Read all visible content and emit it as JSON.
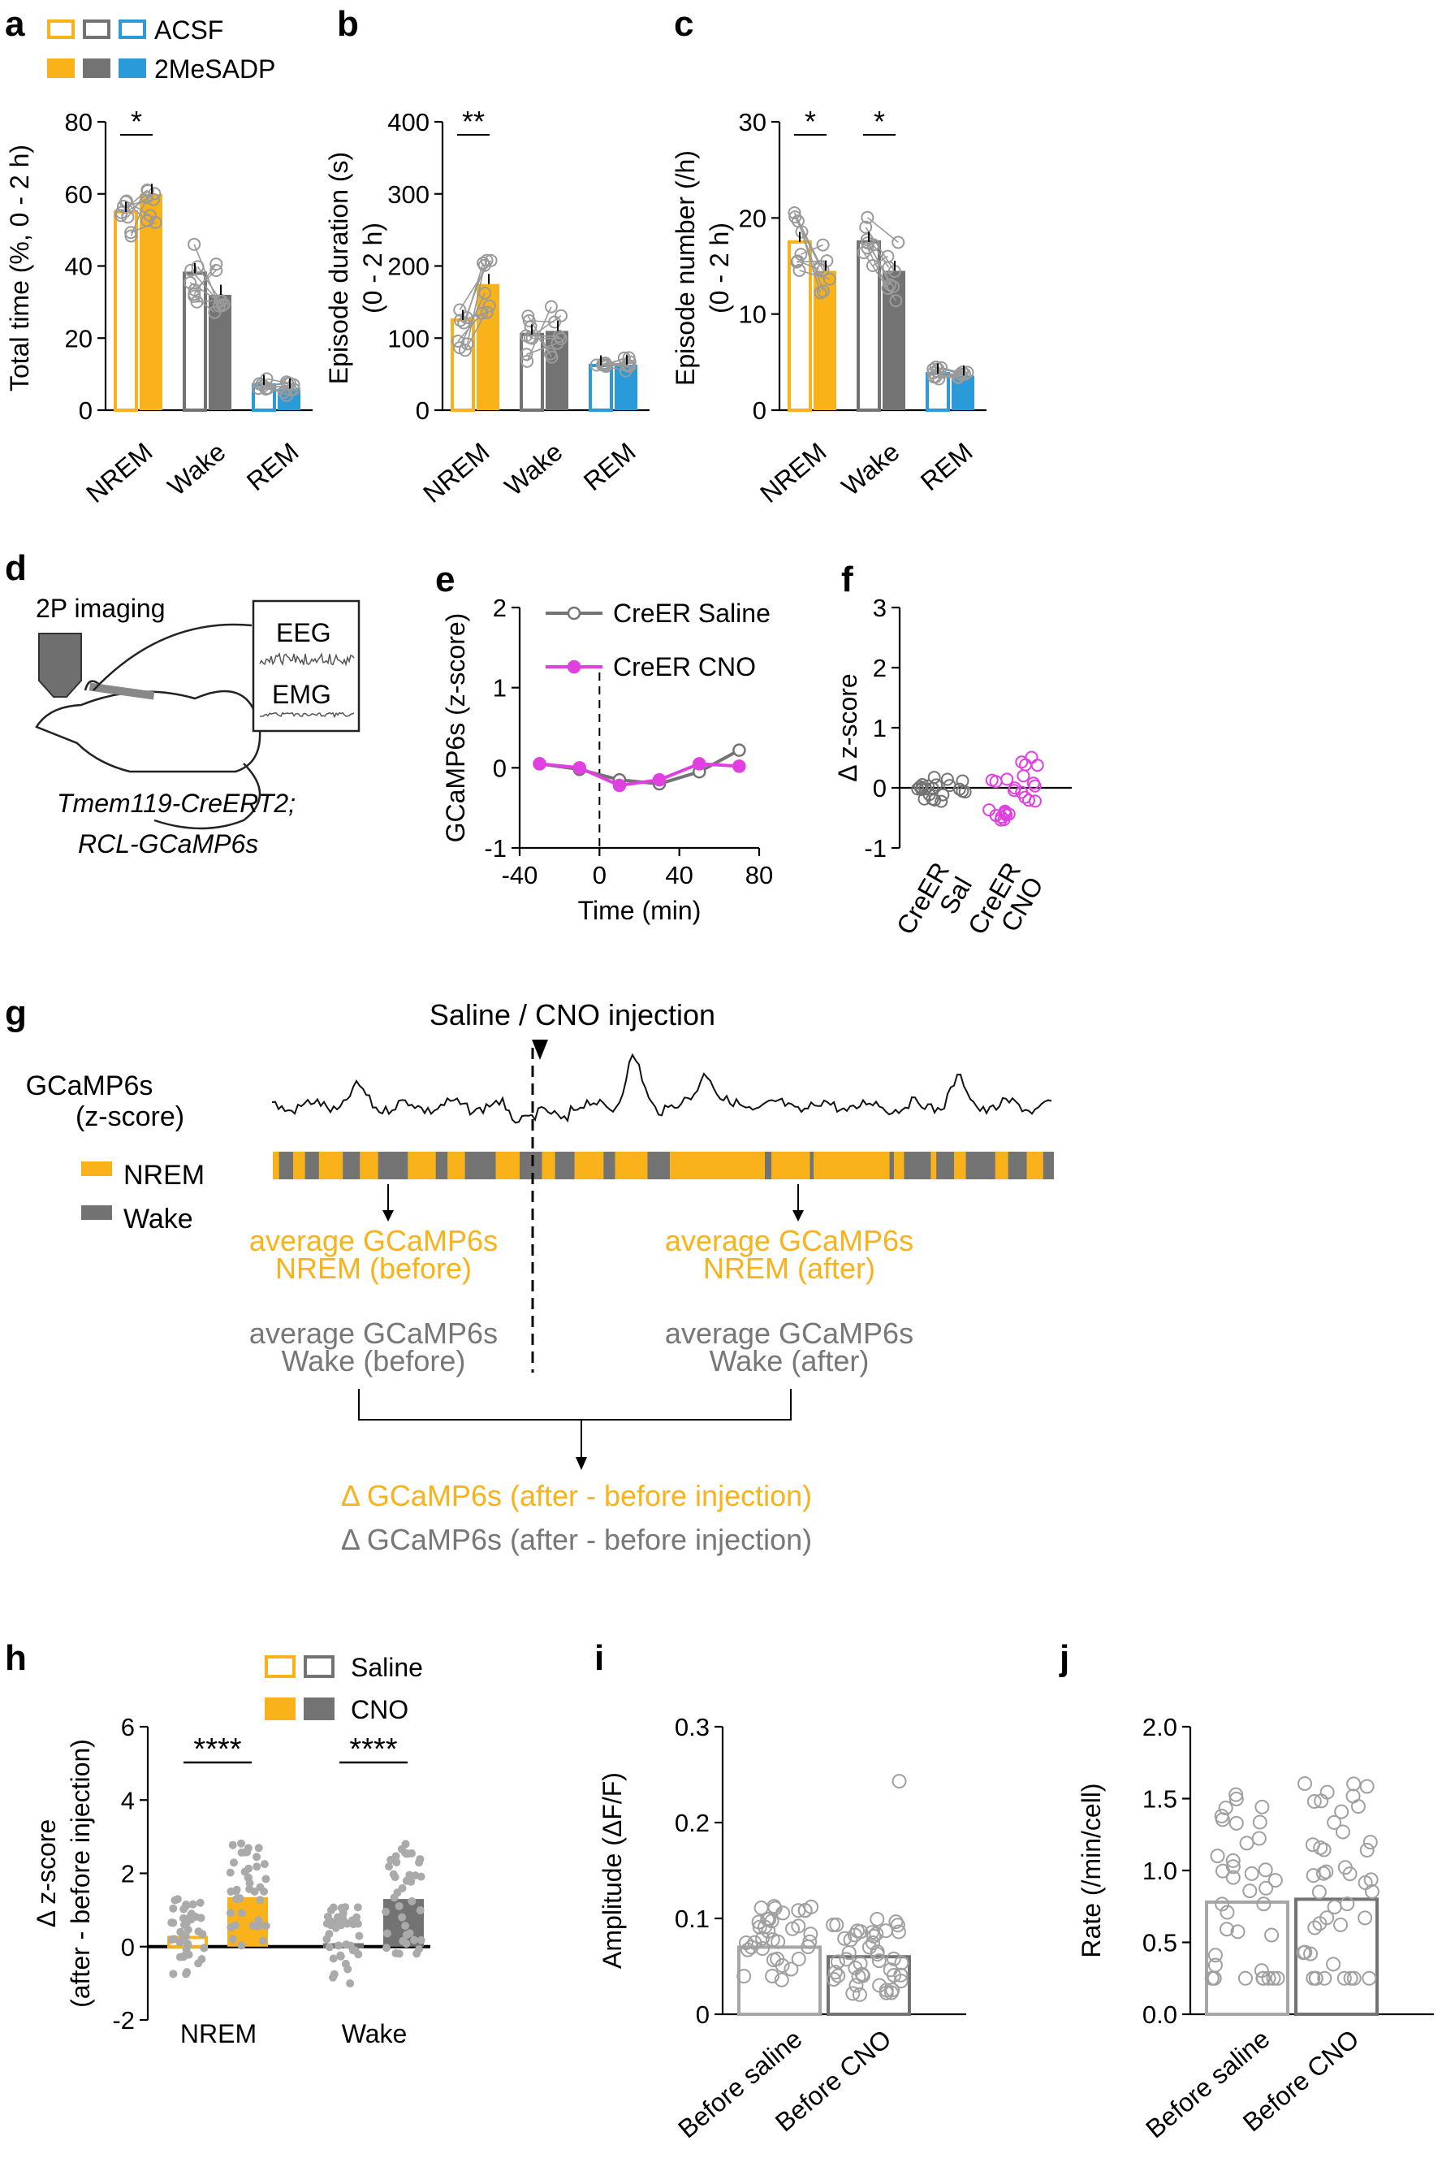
{
  "colors": {
    "orange": "#f9b21a",
    "gray": "#737373",
    "blue": "#2a9bd8",
    "magenta": "#e040e0",
    "lightgray": "#a6a6a6",
    "black": "#000000"
  },
  "panels": {
    "a": "a",
    "b": "b",
    "c": "c",
    "d": "d",
    "e": "e",
    "f": "f",
    "g": "g",
    "h": "h",
    "i": "i",
    "j": "j"
  },
  "legend_abc": {
    "acsf": "ACSF",
    "drug": "2MeSADP"
  },
  "chart_data": [
    {
      "id": "a",
      "type": "bar",
      "ylabel": "Total time (%, 0 - 2 h)",
      "yticks": [
        "0",
        "20",
        "40",
        "60",
        "80"
      ],
      "ylim": [
        0,
        80
      ],
      "categories": [
        "NREM",
        "Wake",
        "REM"
      ],
      "series": [
        {
          "name": "ACSF",
          "values": [
            55,
            38,
            7
          ]
        },
        {
          "name": "2MeSADP",
          "values": [
            60,
            32,
            6
          ]
        }
      ],
      "significance": [
        {
          "category": "NREM",
          "label": "*"
        }
      ]
    },
    {
      "id": "b",
      "type": "bar",
      "ylabel": "Episode duration (s)",
      "ylabel2": "(0 - 2 h)",
      "yticks": [
        "0",
        "100",
        "200",
        "300",
        "400"
      ],
      "ylim": [
        0,
        400
      ],
      "categories": [
        "NREM",
        "Wake",
        "REM"
      ],
      "series": [
        {
          "name": "ACSF",
          "values": [
            125,
            105,
            62
          ]
        },
        {
          "name": "2MeSADP",
          "values": [
            175,
            110,
            63
          ]
        }
      ],
      "significance": [
        {
          "category": "NREM",
          "label": "**"
        }
      ]
    },
    {
      "id": "c",
      "type": "bar",
      "ylabel": "Episode number (/h)",
      "ylabel2": "(0 - 2 h)",
      "yticks": [
        "0",
        "10",
        "20",
        "30"
      ],
      "ylim": [
        0,
        30
      ],
      "categories": [
        "NREM",
        "Wake",
        "REM"
      ],
      "series": [
        {
          "name": "ACSF",
          "values": [
            17.5,
            17.5,
            3.8
          ]
        },
        {
          "name": "2MeSADP",
          "values": [
            14.5,
            14.5,
            3.6
          ]
        }
      ],
      "significance": [
        {
          "category": "NREM",
          "label": "*"
        },
        {
          "category": "Wake",
          "label": "*"
        }
      ]
    },
    {
      "id": "e",
      "type": "line",
      "xlabel": "Time (min)",
      "ylabel": "GCaMP6s (z-score)",
      "xticks": [
        "-40",
        "0",
        "40",
        "80"
      ],
      "yticks": [
        "-1",
        "0",
        "1",
        "2"
      ],
      "xlim": [
        -40,
        80
      ],
      "ylim": [
        -1,
        2
      ],
      "series": [
        {
          "name": "CreER Saline",
          "x": [
            -30,
            -10,
            10,
            30,
            50,
            70
          ],
          "y": [
            0.05,
            -0.02,
            -0.15,
            -0.2,
            -0.05,
            0.22
          ]
        },
        {
          "name": "CreER CNO",
          "x": [
            -30,
            -10,
            10,
            30,
            50,
            70
          ],
          "y": [
            0.05,
            0.0,
            -0.22,
            -0.15,
            0.05,
            0.02
          ]
        }
      ]
    },
    {
      "id": "f",
      "type": "scatter",
      "ylabel": "Δ z-score",
      "yticks": [
        "-1",
        "0",
        "1",
        "2",
        "3"
      ],
      "ylim": [
        -1,
        3
      ],
      "categories": [
        "CreER Sal",
        "CreER CNO"
      ],
      "cat_labels": [
        [
          "CreER",
          "Sal"
        ],
        [
          "CreER",
          "CNO"
        ]
      ]
    },
    {
      "id": "h",
      "type": "bar",
      "ylabel": "Δ z-score",
      "ylabel2": "(after - before injection)",
      "yticks": [
        "-2",
        "0",
        "2",
        "4",
        "6"
      ],
      "ylim": [
        -2,
        6
      ],
      "categories": [
        "NREM",
        "Wake"
      ],
      "series": [
        {
          "name": "Saline",
          "values": [
            0.25,
            0.05
          ]
        },
        {
          "name": "CNO",
          "values": [
            1.35,
            1.3
          ]
        }
      ],
      "significance": [
        {
          "category": "NREM",
          "label": "****"
        },
        {
          "category": "Wake",
          "label": "****"
        }
      ]
    },
    {
      "id": "i",
      "type": "bar",
      "ylabel": "Amplitude (ΔF/F)",
      "yticks": [
        "0",
        "0.1",
        "0.2",
        "0.3"
      ],
      "ylim": [
        0,
        0.3
      ],
      "categories": [
        "Before saline",
        "Before CNO"
      ],
      "values": [
        0.07,
        0.06
      ]
    },
    {
      "id": "j",
      "type": "bar",
      "ylabel": "Rate (/min/cell)",
      "yticks": [
        "0.0",
        "0.5",
        "1.0",
        "1.5",
        "2.0"
      ],
      "ylim": [
        0,
        2
      ],
      "categories": [
        "Before saline",
        "Before CNO"
      ],
      "values": [
        0.78,
        0.8
      ]
    }
  ],
  "panel_d": {
    "imaging": "2P imaging",
    "eeg": "EEG",
    "emg": "EMG",
    "line1": "Tmem119-CreERT2;",
    "line2": "RCL-GCaMP6s"
  },
  "panel_g": {
    "injection": "Saline / CNO injection",
    "trace_label1": "GCaMP6s",
    "trace_label2": "(z-score)",
    "legend_nrem": "NREM",
    "legend_wake": "Wake",
    "avg_nrem_before1": "average GCaMP6s",
    "avg_nrem_before2": "NREM (before)",
    "avg_wake_before1": "average GCaMP6s",
    "avg_wake_before2": "Wake (before)",
    "avg_nrem_after1": "average GCaMP6s",
    "avg_nrem_after2": "NREM (after)",
    "avg_wake_after1": "average GCaMP6s",
    "avg_wake_after2": "Wake (after)",
    "delta_nrem": "Δ GCaMP6s (after - before injection)",
    "delta_wake": "Δ GCaMP6s (after - before injection)"
  },
  "legend_h": {
    "saline": "Saline",
    "cno": "CNO"
  }
}
